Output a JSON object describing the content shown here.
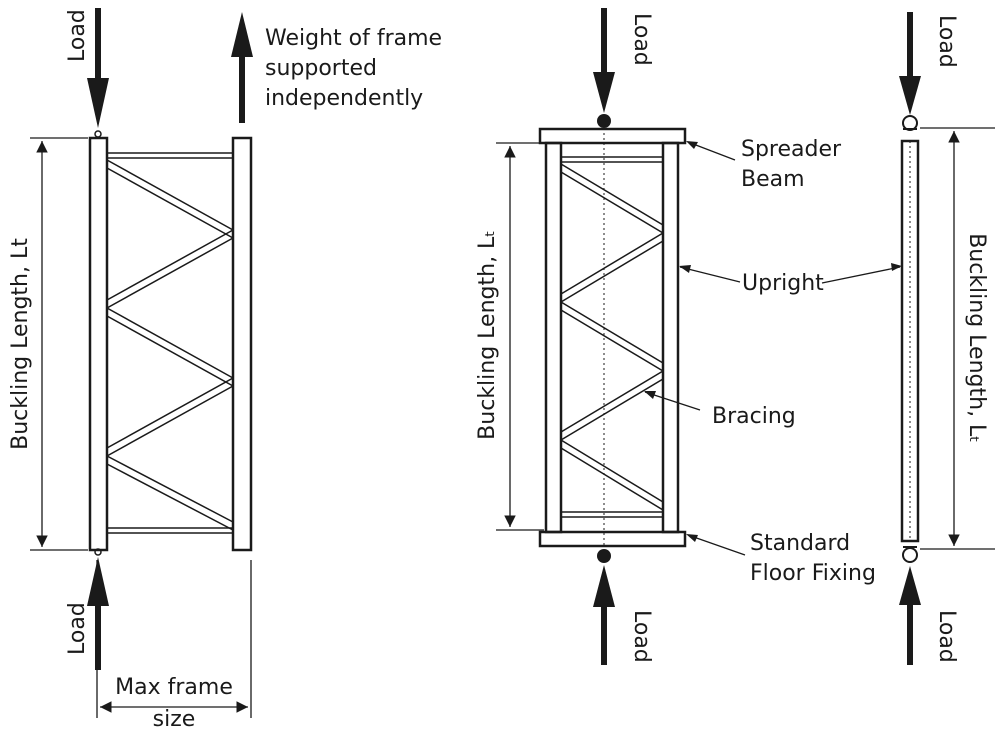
{
  "labels": {
    "load": "Load",
    "weight_line1": "Weight of frame",
    "weight_line2": "supported",
    "weight_line3": "independently",
    "buckling_left": "Buckling Length, Lt",
    "buckling_mid": "Buckling Length, Lₜ",
    "buckling_right": "Buckling Length, Lₜ",
    "max_frame_line1": "Max frame",
    "max_frame_line2": "size",
    "spreader_line1": "Spreader",
    "spreader_line2": "Beam",
    "upright": "Upright",
    "bracing": "Bracing",
    "floor_line1": "Standard",
    "floor_line2": "Floor Fixing"
  },
  "colors": {
    "ink": "#1a1a1a",
    "background": "#ffffff"
  }
}
